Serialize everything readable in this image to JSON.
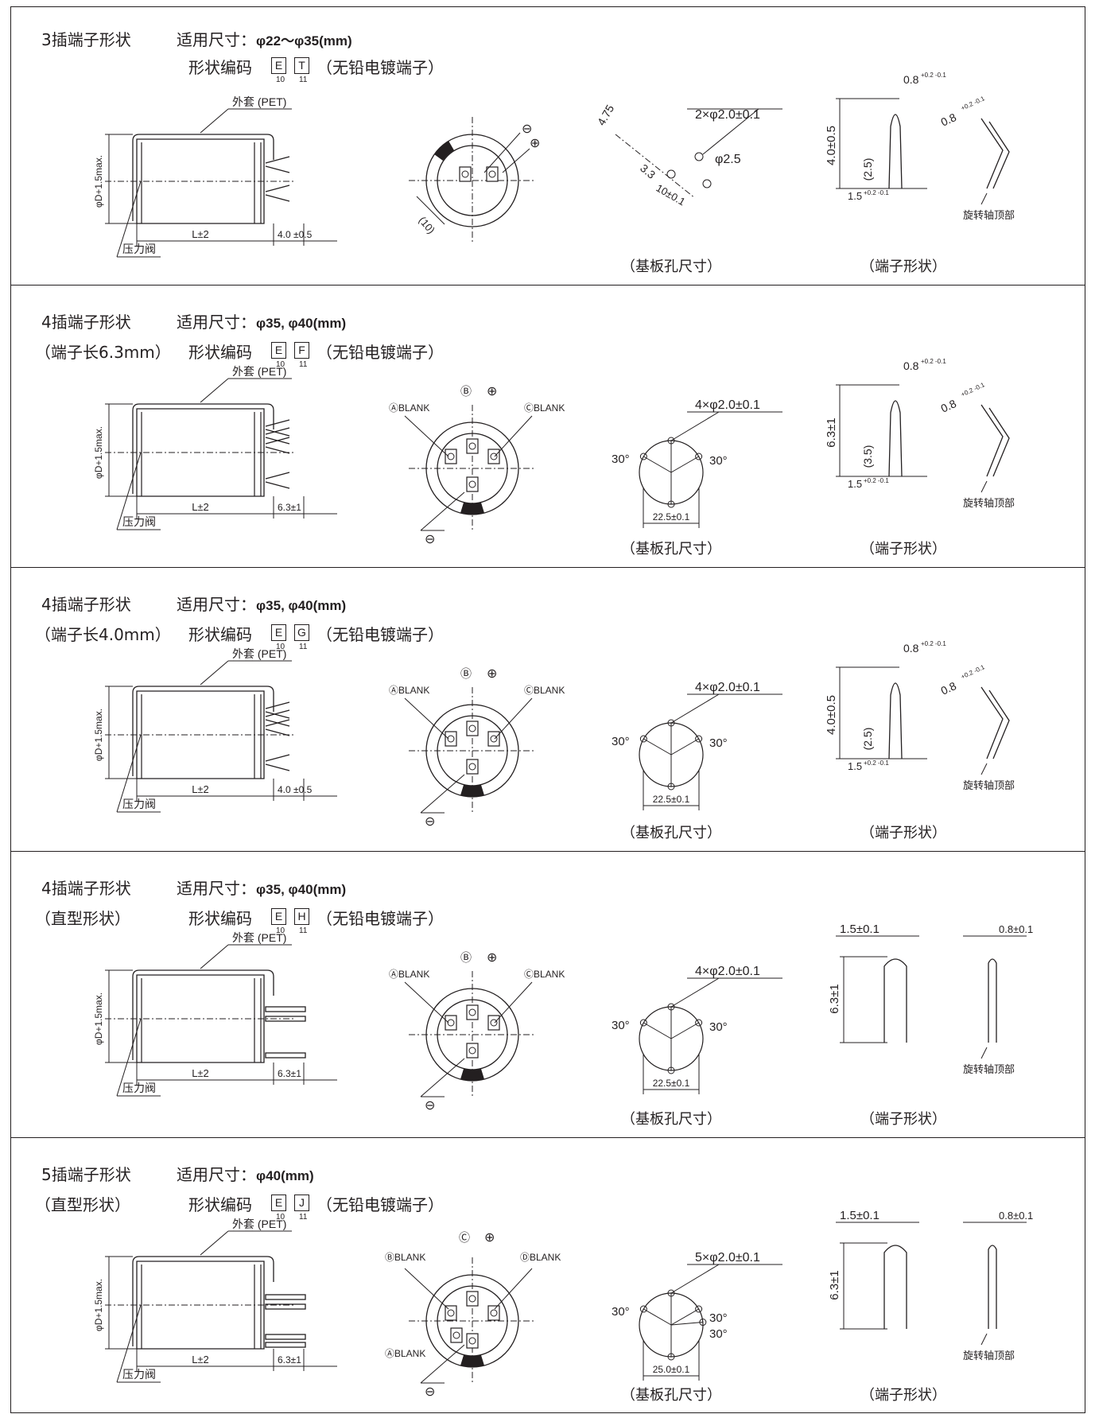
{
  "sections": [
    {
      "title": "3插端子形状",
      "size_label": "适用尺寸：",
      "sizes": "φ22～φ35(mm)",
      "subtitle": "",
      "code_label": "形状编码",
      "code1": "E",
      "code2": "T",
      "pos1": "10",
      "pos2": "11",
      "plating": "（无铅电镀端子）",
      "side": {
        "jacket": "外套 (PET)",
        "diameter": "φD+1.5max.",
        "length": "L±2",
        "lead": "4.0 ±0.5",
        "valve": "压力阀"
      },
      "top": {
        "minus": "⊖",
        "plus": "⊕",
        "dim": "(10)"
      },
      "pcb": {
        "holes": "2×φ2.0±0.1",
        "hole2": "φ2.5",
        "d1": "4.75",
        "d2": "3.3",
        "d3": "10±0.1",
        "caption": "（基板孔尺寸）"
      },
      "terminal": {
        "w1": "0.8",
        "w1tol": "+0.2 -0.1",
        "w2": "0.8",
        "w2tol": "+0.2 -0.1",
        "h": "4.0±0.5",
        "h2": "(2.5)",
        "base": "1.5",
        "basetol": "+0.2 -0.1",
        "rot": "旋转轴顶部",
        "caption": "（端子形状）"
      }
    },
    {
      "title": "4插端子形状",
      "size_label": "适用尺寸：",
      "sizes": "φ35, φ40(mm)",
      "subtitle": "（端子长6.3mm）",
      "code_label": "形状编码",
      "code1": "E",
      "code2": "F",
      "pos1": "10",
      "pos2": "11",
      "plating": "（无铅电镀端子）",
      "side": {
        "jacket": "外套 (PET)",
        "diameter": "φD+1.5max.",
        "length": "L±2",
        "lead": "6.3±1",
        "valve": "压力阀"
      },
      "top": {
        "a": "ⒶBLANK",
        "b": "Ⓑ",
        "plus": "⊕",
        "c": "ⒸBLANK",
        "minus": "⊖"
      },
      "pcb": {
        "holes": "4×φ2.0±0.1",
        "angle_l": "30°",
        "angle_r": "30°",
        "pitch": "22.5±0.1",
        "caption": "（基板孔尺寸）"
      },
      "terminal": {
        "w1": "0.8",
        "w1tol": "+0.2 -0.1",
        "w2": "0.8",
        "w2tol": "+0.2 -0.1",
        "h": "6.3±1",
        "h2": "(3.5)",
        "base": "1.5",
        "basetol": "+0.2 -0.1",
        "rot": "旋转轴顶部",
        "caption": "（端子形状）"
      }
    },
    {
      "title": "4插端子形状",
      "size_label": "适用尺寸：",
      "sizes": "φ35, φ40(mm)",
      "subtitle": "（端子长4.0mm）",
      "code_label": "形状编码",
      "code1": "E",
      "code2": "G",
      "pos1": "10",
      "pos2": "11",
      "plating": "（无铅电镀端子）",
      "side": {
        "jacket": "外套 (PET)",
        "diameter": "φD+1.5max.",
        "length": "L±2",
        "lead": "4.0 ±0.5",
        "valve": "压力阀"
      },
      "top": {
        "a": "ⒶBLANK",
        "b": "Ⓑ",
        "plus": "⊕",
        "c": "ⒸBLANK",
        "minus": "⊖"
      },
      "pcb": {
        "holes": "4×φ2.0±0.1",
        "angle_l": "30°",
        "angle_r": "30°",
        "pitch": "22.5±0.1",
        "caption": "（基板孔尺寸）"
      },
      "terminal": {
        "w1": "0.8",
        "w1tol": "+0.2 -0.1",
        "w2": "0.8",
        "w2tol": "+0.2 -0.1",
        "h": "4.0±0.5",
        "h2": "(2.5)",
        "base": "1.5",
        "basetol": "+0.2 -0.1",
        "rot": "旋转轴顶部",
        "caption": "（端子形状）"
      }
    },
    {
      "title": "4插端子形状",
      "size_label": "适用尺寸：",
      "sizes": "φ35, φ40(mm)",
      "subtitle": "（直型形状）",
      "code_label": "形状编码",
      "code1": "E",
      "code2": "H",
      "pos1": "10",
      "pos2": "11",
      "plating": "（无铅电镀端子）",
      "side": {
        "jacket": "外套 (PET)",
        "diameter": "φD+1.5max.",
        "length": "L±2",
        "lead": "6.3±1",
        "valve": "压力阀"
      },
      "top": {
        "a": "ⒶBLANK",
        "b": "Ⓑ",
        "plus": "⊕",
        "c": "ⒸBLANK",
        "minus": "⊖"
      },
      "pcb": {
        "holes": "4×φ2.0±0.1",
        "angle_l": "30°",
        "angle_r": "30°",
        "pitch": "22.5±0.1",
        "caption": "（基板孔尺寸）"
      },
      "terminal": {
        "w1": "1.5±0.1",
        "w2": "0.8±0.1",
        "h": "6.3±1",
        "rot": "旋转轴顶部",
        "caption": "（端子形状）"
      }
    },
    {
      "title": "5插端子形状",
      "size_label": "适用尺寸：",
      "sizes": "φ40(mm)",
      "subtitle": "（直型形状）",
      "code_label": "形状编码",
      "code1": "E",
      "code2": "J",
      "pos1": "10",
      "pos2": "11",
      "plating": "（无铅电镀端子）",
      "side": {
        "jacket": "外套 (PET)",
        "diameter": "φD+1.5max.",
        "length": "L±2",
        "lead": "6.3±1",
        "valve": "压力阀"
      },
      "top": {
        "b": "ⒷBLANK",
        "c": "Ⓒ",
        "plus": "⊕",
        "d": "ⒹBLANK",
        "a": "ⒶBLANK",
        "minus": "⊖"
      },
      "pcb": {
        "holes": "5×φ2.0±0.1",
        "angle_l": "30°",
        "angle_r1": "30°",
        "angle_r2": "30°",
        "pitch": "25.0±0.1",
        "caption": "（基板孔尺寸）"
      },
      "terminal": {
        "w1": "1.5±0.1",
        "w2": "0.8±0.1",
        "h": "6.3±1",
        "rot": "旋转轴顶部",
        "caption": "（端子形状）"
      }
    }
  ]
}
